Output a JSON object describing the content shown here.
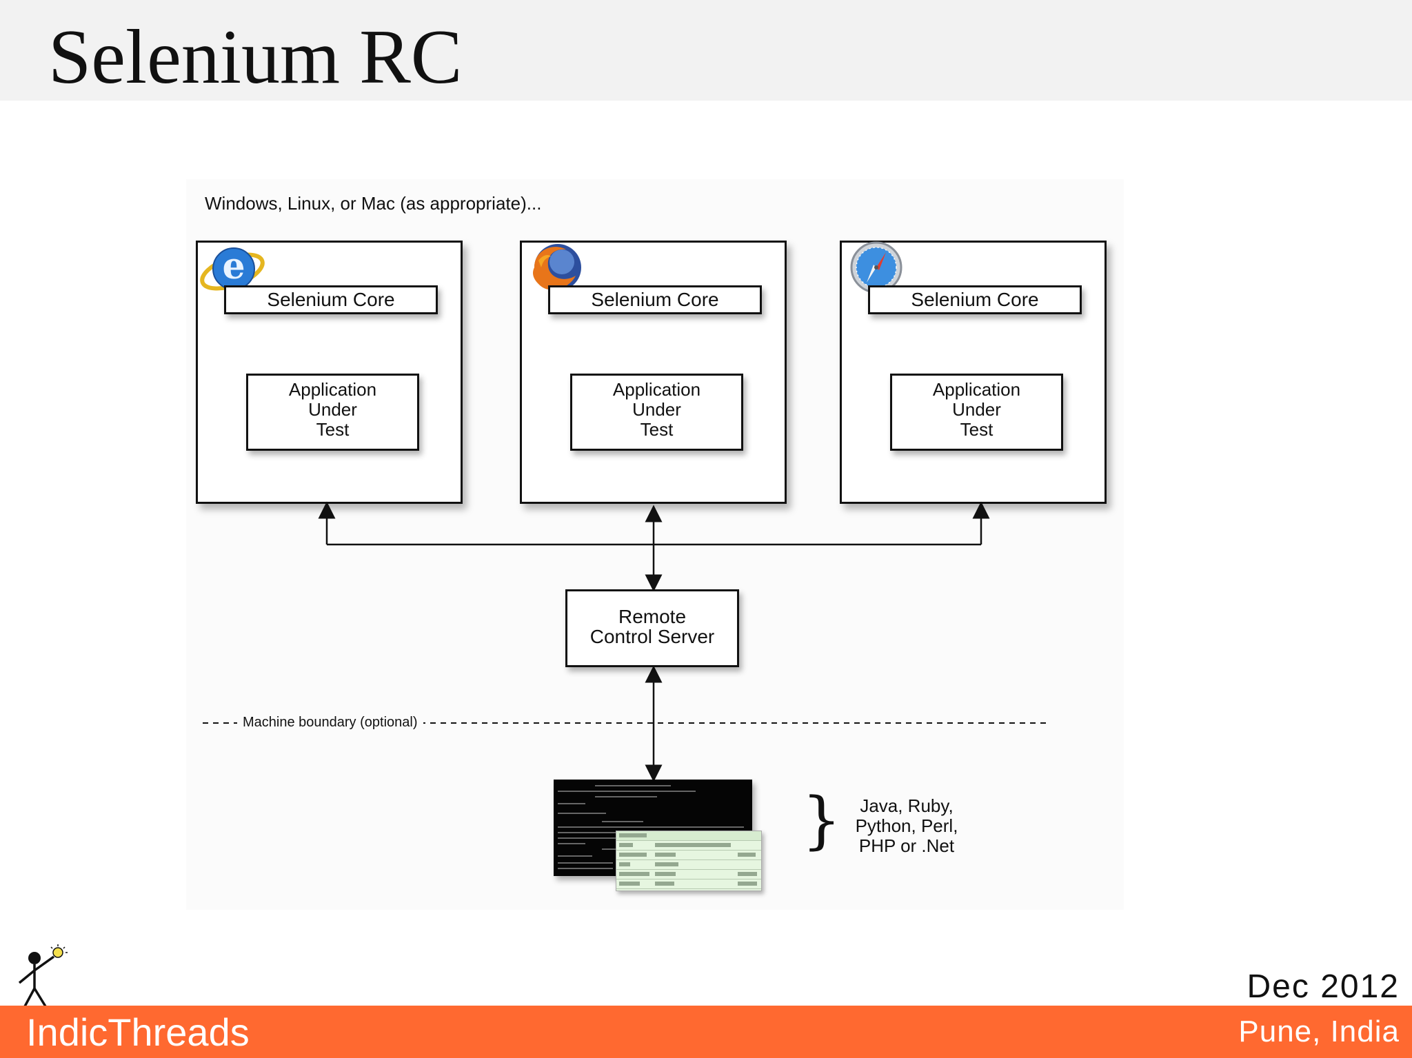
{
  "slide": {
    "title": "Selenium RC"
  },
  "diagram": {
    "os_label": "Windows, Linux, or Mac (as appropriate)...",
    "environments": [
      {
        "browser_icon": "internet-explorer-icon",
        "core_label": "Selenium Core",
        "aut_lines": [
          "Application",
          "Under",
          "Test"
        ]
      },
      {
        "browser_icon": "firefox-icon",
        "core_label": "Selenium Core",
        "aut_lines": [
          "Application",
          "Under",
          "Test"
        ]
      },
      {
        "browser_icon": "safari-icon",
        "core_label": "Selenium Core",
        "aut_lines": [
          "Application",
          "Under",
          "Test"
        ]
      }
    ],
    "server_lines": [
      "Remote",
      "Control Server"
    ],
    "boundary_label": "Machine boundary (optional)",
    "client_languages": [
      "Java, Ruby,",
      "Python, Perl,",
      "PHP or .Net"
    ]
  },
  "footer": {
    "brand": "IndicThreads",
    "date": "Dec 2012",
    "location": "Pune, India"
  },
  "colors": {
    "footer_bar": "#ff6930",
    "title_bar": "#f2f2f2"
  }
}
